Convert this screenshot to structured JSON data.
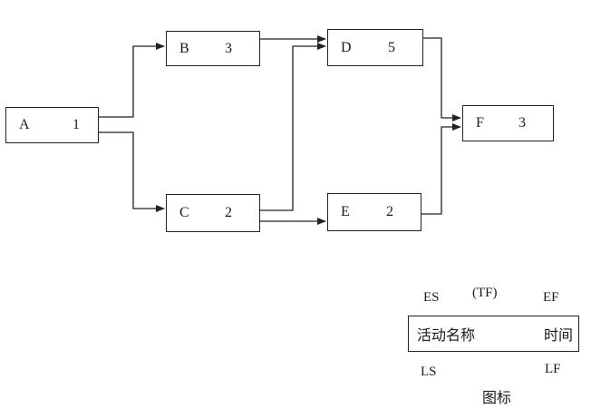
{
  "diagram": {
    "nodes": [
      {
        "id": "A",
        "name": "A",
        "duration": "1"
      },
      {
        "id": "B",
        "name": "B",
        "duration": "3"
      },
      {
        "id": "C",
        "name": "C",
        "duration": "2"
      },
      {
        "id": "D",
        "name": "D",
        "duration": "5"
      },
      {
        "id": "E",
        "name": "E",
        "duration": "2"
      },
      {
        "id": "F",
        "name": "F",
        "duration": "3"
      }
    ],
    "edges": [
      {
        "from": "A",
        "to": "B"
      },
      {
        "from": "A",
        "to": "C"
      },
      {
        "from": "B",
        "to": "D"
      },
      {
        "from": "C",
        "to": "D"
      },
      {
        "from": "C",
        "to": "E"
      },
      {
        "from": "D",
        "to": "F"
      },
      {
        "from": "E",
        "to": "F"
      }
    ]
  },
  "legend": {
    "es": "ES",
    "tf": "(TF)",
    "ef": "EF",
    "activity_name": "活动名称",
    "time": "时间",
    "ls": "LS",
    "lf": "LF",
    "caption": "图标"
  }
}
